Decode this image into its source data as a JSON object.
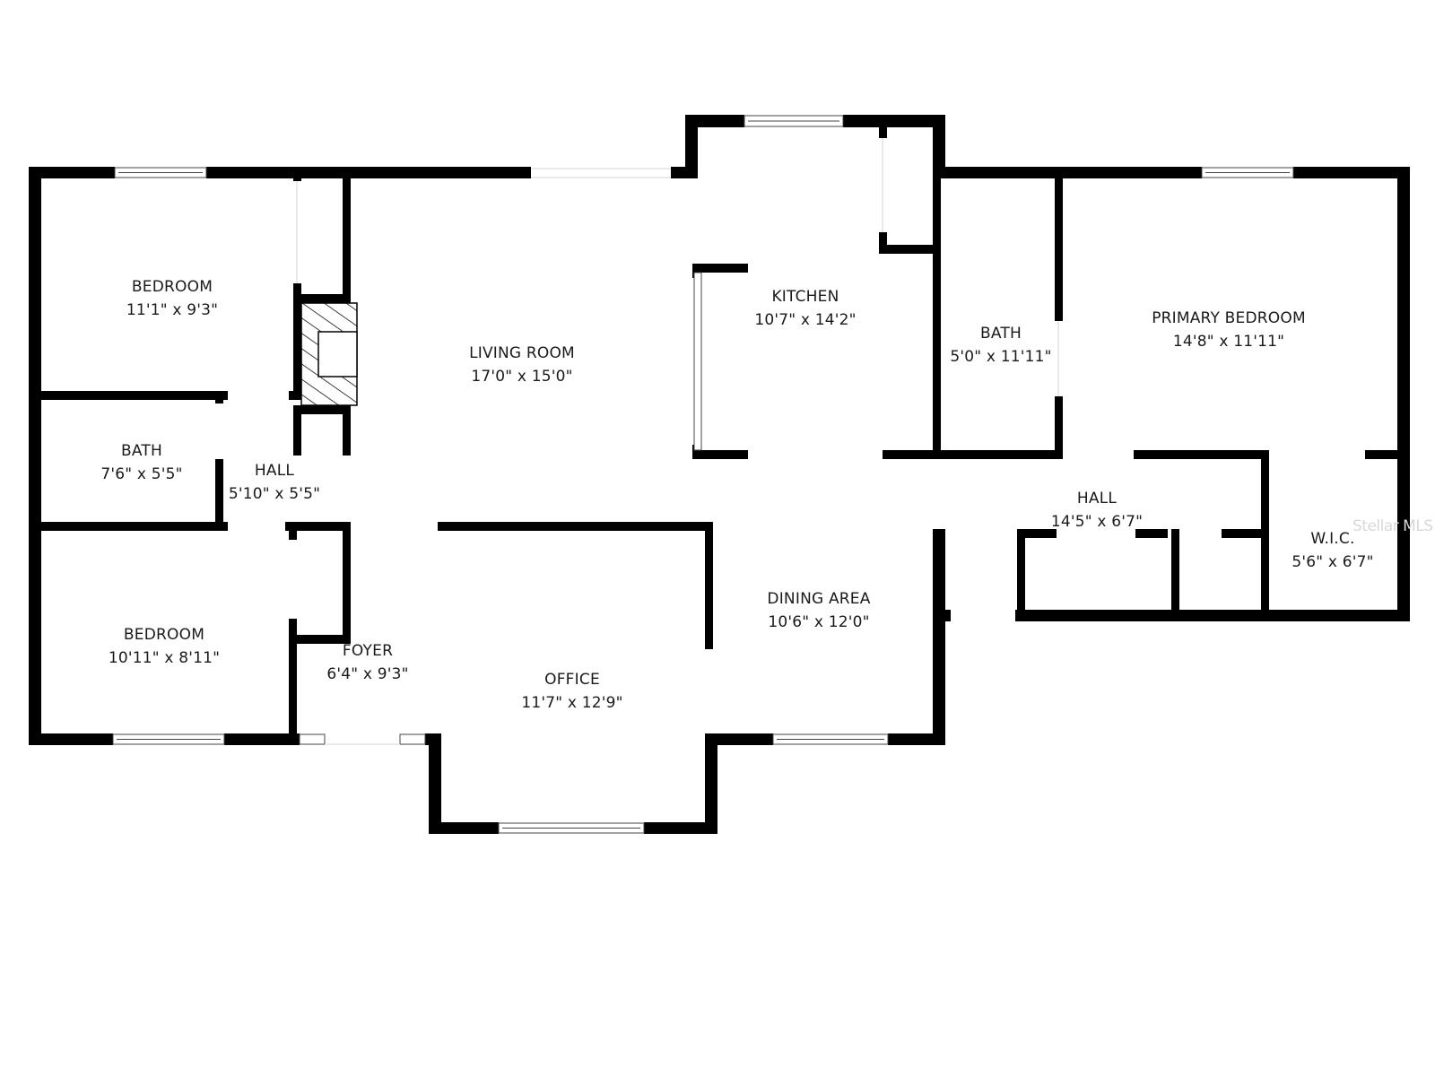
{
  "plan": {
    "watermark": "Stellar MLS",
    "colors": {
      "wall": "#000000",
      "background": "#ffffff",
      "text": "#1a1a1a",
      "watermark": "#d8d8d8"
    },
    "rooms": [
      {
        "id": "bedroom-1",
        "name": "BEDROOM",
        "dimensions": "11'1\" x 9'3\""
      },
      {
        "id": "bath-1",
        "name": "BATH",
        "dimensions": "7'6\" x 5'5\""
      },
      {
        "id": "hall-1",
        "name": "HALL",
        "dimensions": "5'10\" x 5'5\""
      },
      {
        "id": "bedroom-2",
        "name": "BEDROOM",
        "dimensions": "10'11\" x 8'11\""
      },
      {
        "id": "foyer",
        "name": "FOYER",
        "dimensions": "6'4\" x 9'3\""
      },
      {
        "id": "living-room",
        "name": "LIVING ROOM",
        "dimensions": "17'0\" x 15'0\""
      },
      {
        "id": "kitchen",
        "name": "KITCHEN",
        "dimensions": "10'7\" x 14'2\""
      },
      {
        "id": "office",
        "name": "OFFICE",
        "dimensions": "11'7\" x 12'9\""
      },
      {
        "id": "dining-area",
        "name": "DINING AREA",
        "dimensions": "10'6\" x 12'0\""
      },
      {
        "id": "bath-2",
        "name": "BATH",
        "dimensions": "5'0\" x 11'11\""
      },
      {
        "id": "primary-bedroom",
        "name": "PRIMARY BEDROOM",
        "dimensions": "14'8\" x 11'11\""
      },
      {
        "id": "hall-2",
        "name": "HALL",
        "dimensions": "14'5\" x 6'7\""
      },
      {
        "id": "wic",
        "name": "W.I.C.",
        "dimensions": "5'6\" x 6'7\""
      }
    ]
  }
}
